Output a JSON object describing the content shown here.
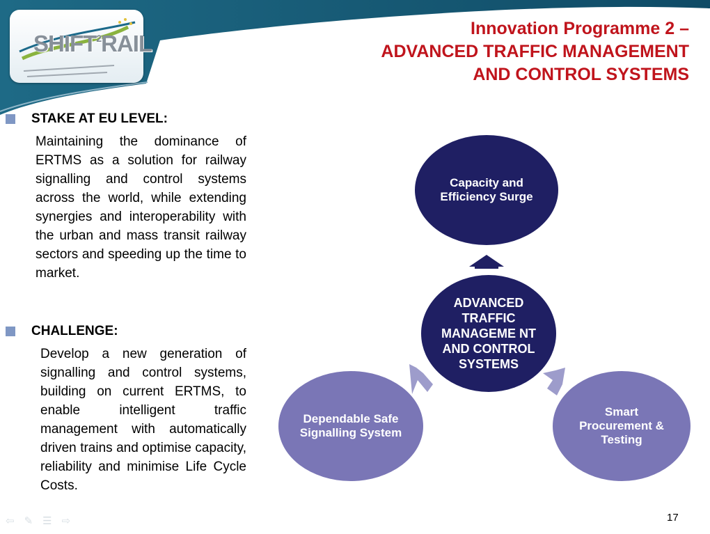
{
  "header": {
    "logo_text": "SHIFT",
    "logo_superscript": "2",
    "logo_text_end": "RAIL",
    "title_lines": [
      "Innovation Programme 2 –",
      "ADVANCED  TRAFFIC MANAGEMENT",
      "AND CONTROL SYSTEMS"
    ]
  },
  "left_panel": {
    "stake": {
      "heading": "STAKE AT EU LEVEL:",
      "text": "Maintaining the dominance of ERTMS as a solution for railway signalling and control systems across the world, while extending synergies and interoperability with the urban and mass transit railway sectors and speeding up the time to market."
    },
    "challenge": {
      "heading": "CHALLENGE:",
      "text": "Develop a new generation of signalling and control systems, building on current ERTMS, to enable intelligent traffic management with automatically driven trains and optimise capacity, reliability and minimise Life Cycle Costs."
    }
  },
  "diagram": {
    "center": "ADVANCED TRAFFIC MANAGEME NT AND CONTROL SYSTEMS",
    "top": "Capacity and Efficiency Surge",
    "left": "Dependable Safe Signalling System",
    "right": "Smart Procurement & Testing",
    "colors": {
      "dark_navy": "#1f1f63",
      "lavender": "#7a76b6",
      "arrow": "#9d9ccb"
    }
  },
  "footer": {
    "page_number": "17",
    "nav_icons": [
      "arrow-left-icon",
      "pen-icon",
      "menu-icon",
      "arrow-right-icon"
    ]
  },
  "colors": {
    "title_red": "#c0141c",
    "header_teal": "#195f7a",
    "bullet_blue": "#7f97c4"
  }
}
